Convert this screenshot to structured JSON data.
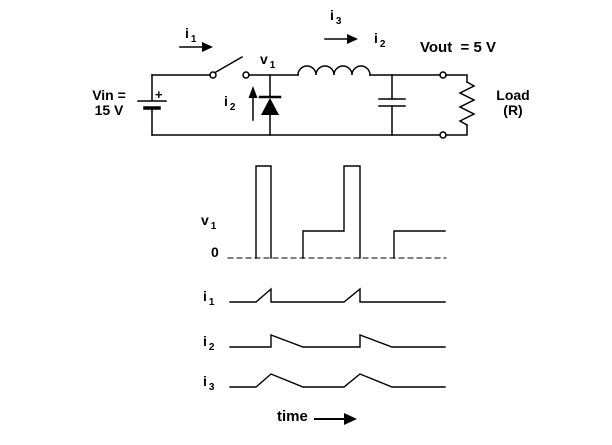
{
  "colors": {
    "background": "#ffffff",
    "ink": "#000000"
  },
  "circuit": {
    "source_label_line1": "Vin =",
    "source_label_line2": "15 V",
    "source_polarity": "+",
    "output_label": "Vout  = 5 V",
    "load_label_line1": "Load",
    "load_label_line2": "(R)",
    "i1": {
      "base": "i",
      "sub": "1"
    },
    "i3": {
      "base": "i",
      "sub": "3"
    },
    "i2_inductor": {
      "base": "i",
      "sub": "2"
    },
    "i2_diode": {
      "base": "i",
      "sub": "2"
    },
    "v1": {
      "base": "v",
      "sub": "1"
    }
  },
  "waveforms": {
    "v1": {
      "base": "v",
      "sub": "1"
    },
    "zero": "0",
    "i1": {
      "base": "i",
      "sub": "1"
    },
    "i2": {
      "base": "i",
      "sub": "2"
    },
    "i3": {
      "base": "i",
      "sub": "3"
    },
    "time": "time"
  }
}
